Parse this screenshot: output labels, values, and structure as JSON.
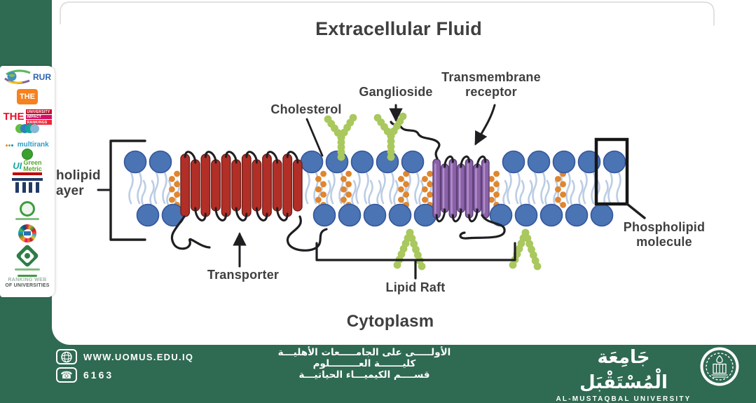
{
  "diagram": {
    "title": "Extracellular Fluid",
    "cytoplasm_label": "Cytoplasm",
    "labels": {
      "cholesterol": "Cholesterol",
      "ganglioside": "Ganglioside",
      "transmembrane_receptor": [
        "Transmembrane",
        "receptor"
      ],
      "phospholipid_bilayer_visible": [
        "holipid",
        "ayer"
      ],
      "transporter": "Transporter",
      "lipid_raft": "Lipid Raft",
      "phospholipid_molecule": [
        "Phospholipid",
        "molecule"
      ]
    },
    "colors": {
      "phospholipid_head": "#4a74b4",
      "phospholipid_head_edge": "#35569c",
      "tail": "#bccde5",
      "transporter_fill": "#b12f27",
      "transporter_edge": "#6e1f19",
      "receptor_fill": "#8a62a8",
      "receptor_edge": "#5d4078",
      "receptor_highlight": "#bb97ce",
      "ganglioside": "#a9c85d",
      "cholesterol": "#e0862f",
      "line": "#1f1f22"
    }
  },
  "sidebar": {
    "logos": [
      {
        "name": "rur-world-university-rankings",
        "text": "RUR"
      },
      {
        "name": "times-higher-education",
        "text": "THE"
      },
      {
        "name": "the-university-impact-rankings",
        "text": "THE",
        "lines": [
          "UNIVERSITY",
          "IMPACT",
          "RANKINGS"
        ]
      },
      {
        "name": "u-multirank",
        "text": "multirank"
      },
      {
        "name": "ui-greenmetric",
        "text": "UI",
        "lines": [
          "Green",
          "Metric"
        ]
      },
      {
        "name": "arwu-columns"
      },
      {
        "name": "association-of-arab-universities"
      },
      {
        "name": "sdg-impact-wheel"
      },
      {
        "name": "federation-of-arab-engineers"
      },
      {
        "name": "webometrics",
        "lines": [
          "RANKING WEB",
          "OF UNIVERSITIES"
        ]
      }
    ]
  },
  "footer": {
    "website": "WWW.UOMUS.EDU.IQ",
    "phone": "6163",
    "slogan_lines": [
      "الأولـــــى على الجامـــــعات الأهليـــة",
      "كليـــــــة العـــــــــلوم",
      "قســــم الكيميـــاء الحياتيـــة"
    ],
    "university_arabic": "جَامِعَة الْمُسْتَقْبَل",
    "university_english": "AL-MUSTAQBAL UNIVERSITY",
    "brand_green": "#2f6a52"
  }
}
